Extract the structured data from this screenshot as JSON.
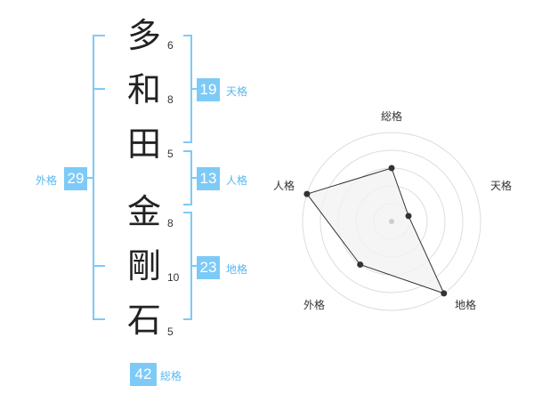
{
  "name": {
    "chars": [
      "多",
      "和",
      "田",
      "金",
      "剛",
      "石"
    ],
    "strokes": [
      "6",
      "8",
      "5",
      "8",
      "10",
      "5"
    ]
  },
  "fortune": {
    "tenkaku": {
      "value": "19",
      "label": "天格"
    },
    "jinkaku": {
      "value": "13",
      "label": "人格"
    },
    "chikaku": {
      "value": "23",
      "label": "地格"
    },
    "gaikaku": {
      "value": "29",
      "label": "外格"
    },
    "soukaku": {
      "value": "42",
      "label": "総格"
    }
  },
  "radar": {
    "axes": [
      "総格",
      "天格",
      "地格",
      "外格",
      "人格"
    ],
    "levels": 5,
    "values": [
      3,
      1,
      5,
      3,
      5
    ],
    "max": 5
  },
  "colors": {
    "accent": "#7dcaf7",
    "accent_text": "#5ab7ee",
    "radar_fill": "#f2f2f2",
    "radar_line": "#333333",
    "grid": "#dddddd"
  }
}
